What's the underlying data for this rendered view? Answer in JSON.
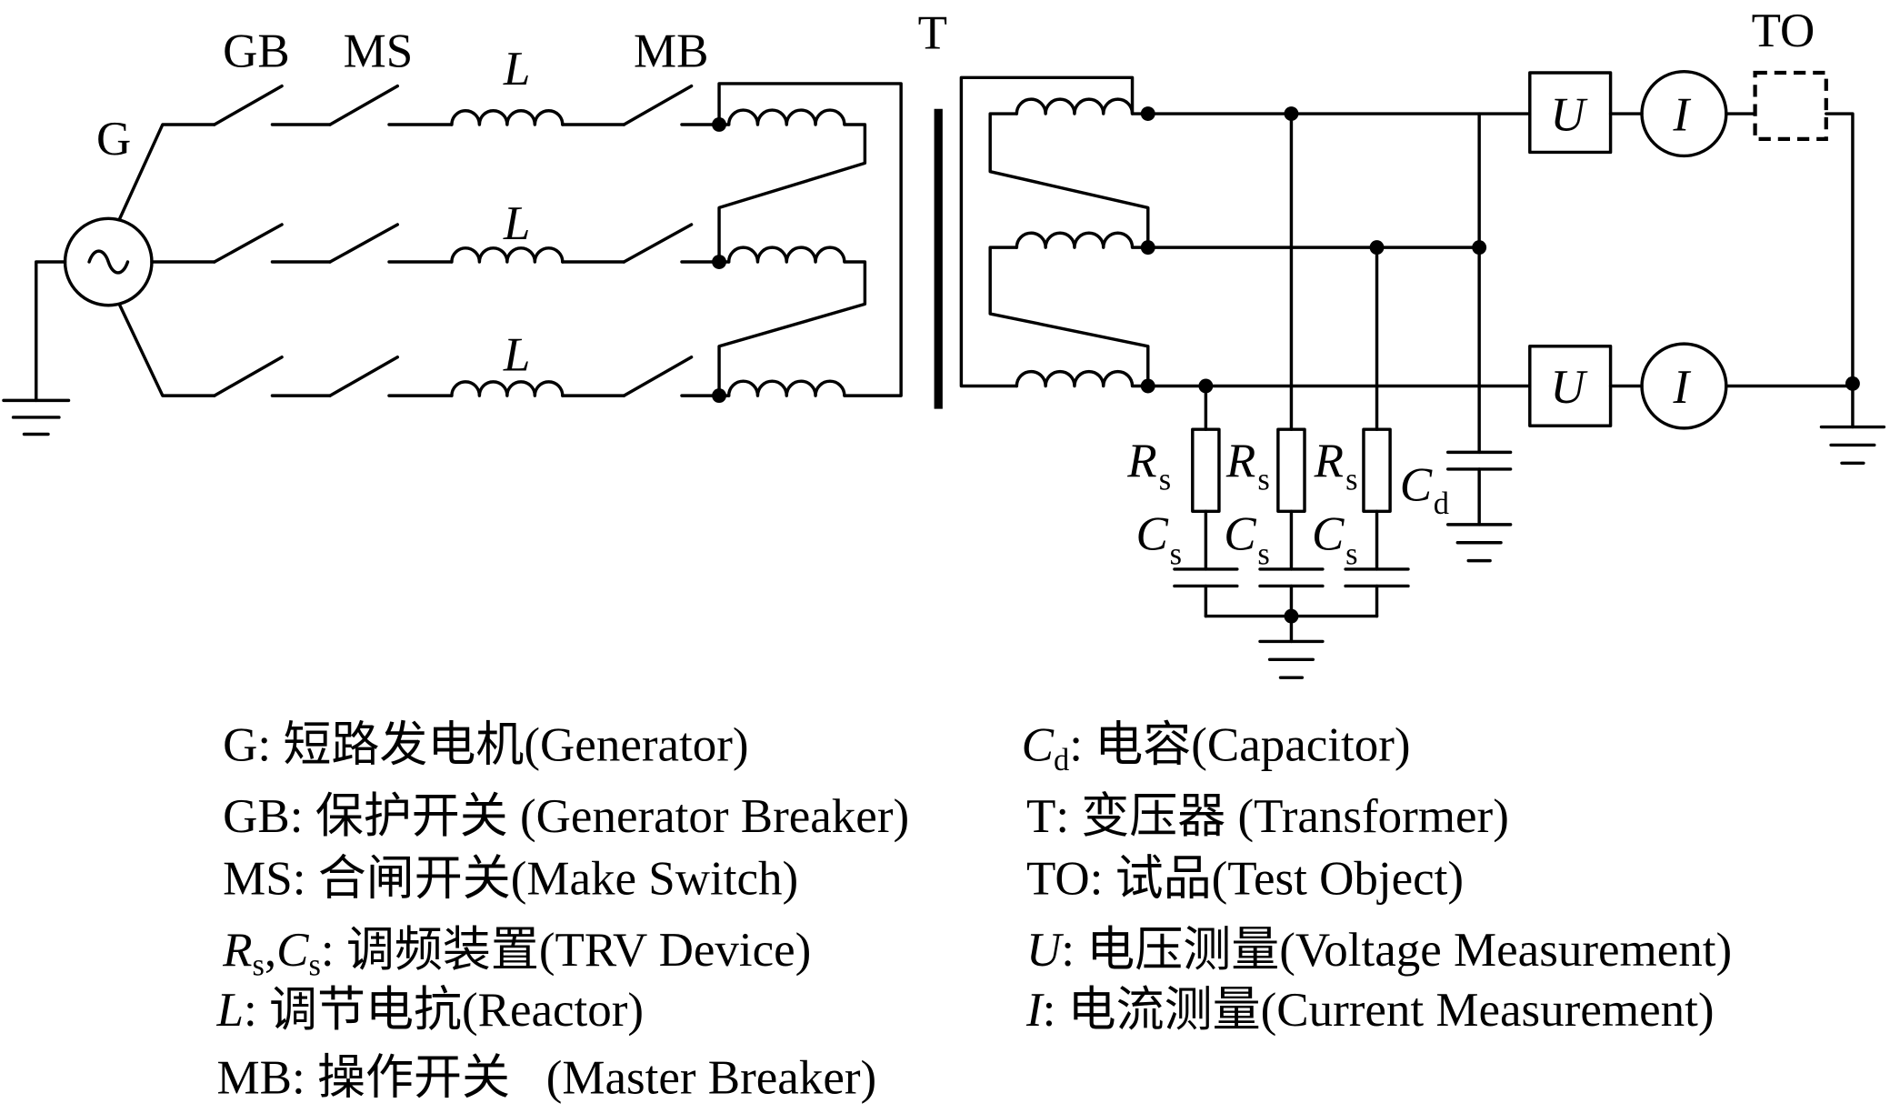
{
  "labels": {
    "generator": "G",
    "generator_breaker": "GB",
    "make_switch": "MS",
    "reactor": "L",
    "master_breaker": "MB",
    "transformer": "T",
    "test_object": "TO",
    "voltage": "U",
    "current": "I",
    "rs": "R",
    "rs_sub": "s",
    "cs": "C",
    "cs_sub": "s",
    "cd": "C",
    "cd_sub": "d"
  },
  "legend": {
    "left": [
      {
        "tag": "G",
        "text": ": 短路发电机(Generator)"
      },
      {
        "tag": "GB",
        "text": ": 保护开关 (Generator Breaker)"
      },
      {
        "tag": "MS",
        "text": ": 合闸开关(Make Switch)"
      },
      {
        "tag_main1": "R",
        "tag_sub1": "s",
        "sep": ",",
        "tag_main2": "C",
        "tag_sub2": "s",
        "text": ": 调频装置(TRV Device)"
      },
      {
        "tag": "L",
        "text": ": 调节电抗(Reactor)"
      },
      {
        "tag": "MB",
        "text": ": 操作开关   (Master Breaker)"
      }
    ],
    "right": [
      {
        "tag_main": "C",
        "tag_sub": "d",
        "text": ": 电容(Capacitor)"
      },
      {
        "tag": "T",
        "text": ": 变压器 (Transformer)"
      },
      {
        "tag": "TO",
        "text": ": 试品(Test Object)"
      },
      {
        "tag": "U",
        "text": ": 电压测量(Voltage Measurement)"
      },
      {
        "tag": "I",
        "text": ": 电流测量(Current Measurement)"
      }
    ]
  }
}
